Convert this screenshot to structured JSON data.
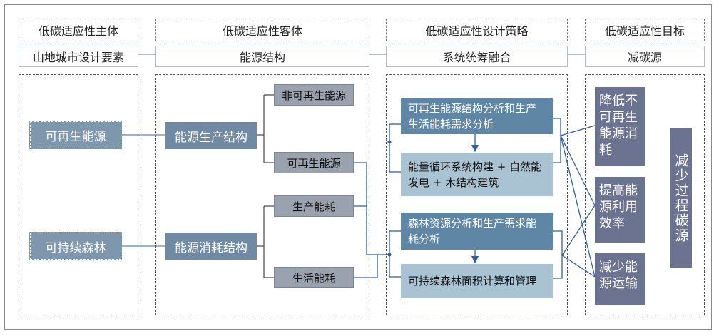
{
  "headers": {
    "subject": "低碳适应性主体",
    "object": "低碳适应性客体",
    "strategy": "低碳适应性设计策略",
    "goal": "低碳适应性目标"
  },
  "subheaders": {
    "subject": "山地城市设计要素",
    "object": "能源结构",
    "strategy": "系统统筹融合",
    "goal": "减碳源"
  },
  "subject": {
    "renewable": "可再生能源",
    "forest": "可持续森林"
  },
  "object": {
    "production_structure": "能源生产结构",
    "consumption_structure": "能源消耗结构",
    "nonrenewable": "非可再生能源",
    "renewable": "可再生能源",
    "production_energy": "生产能耗",
    "living_energy": "生活能耗"
  },
  "strategy": {
    "analysis1": "可再生能源结构分析和生产生活能耗需求分析",
    "build1": "能量循环系统构建 + 自然能发电 + 木结构建筑",
    "analysis2": "森林资源分析和生产需求能耗分析",
    "build2": "可持续森林面积计算和管理"
  },
  "goal": {
    "reduce_nonrenewable": "降低不可再生能源消耗",
    "improve_efficiency": "提高能源利用效率",
    "reduce_transport": "减少能源运输",
    "main": "减少过程碳源"
  }
}
